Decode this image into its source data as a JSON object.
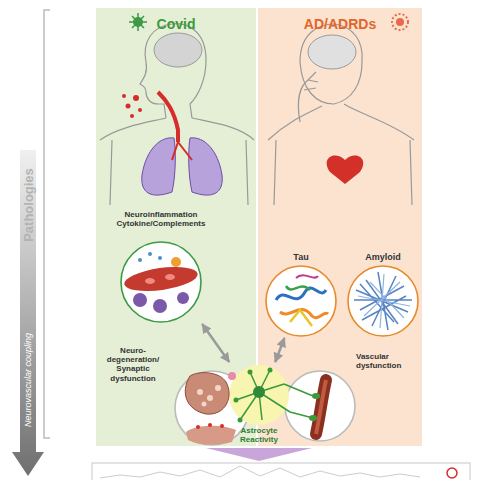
{
  "diagram": {
    "nodes": [
      {
        "text": [
          "Covid"
        ]
      },
      {
        "text": [
          "AD/ADRDs"
        ]
      },
      {
        "text": [
          "Neuroinflammation Cytokine/Complements"
        ],
        "in": 0
      },
      {
        "text": [
          "Tau"
        ],
        "in": 1
      },
      {
        "text": [
          "Amyloid"
        ],
        "in": 1
      },
      {
        "text": [
          "Neuro-degeneration/ Synaptic dysfunction"
        ],
        "in": 0
      },
      {
        "text": [
          "Astrocyte Reactivity"
        ]
      },
      {
        "text": [
          "Vascular dysfunction"
        ],
        "in": 1
      }
    ],
    "edges": [
      {
        "from": 2,
        "to": 6,
        "arrow": "both"
      },
      {
        "from": 3,
        "to": 6,
        "arrow": "both"
      }
    ],
    "labels": [
      "Pathologies",
      "Neurovascular coupling"
    ]
  }
}
